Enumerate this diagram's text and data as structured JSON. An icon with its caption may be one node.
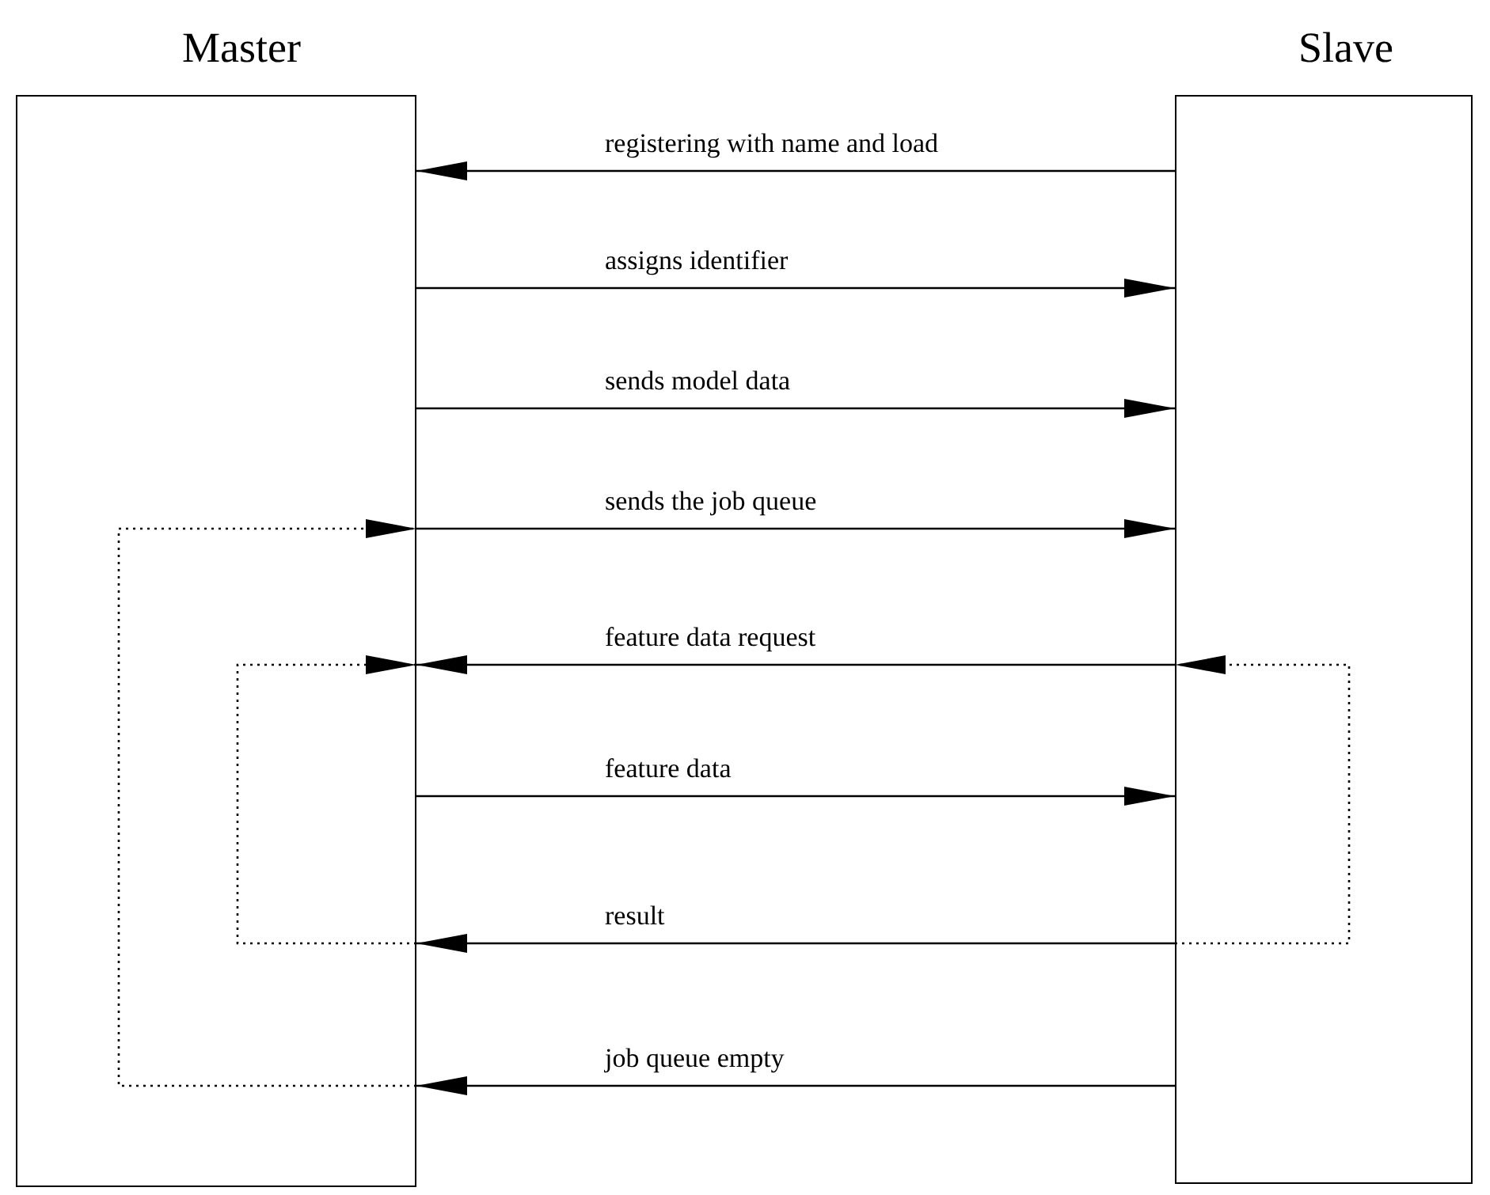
{
  "diagram": {
    "nodes": [
      {
        "text": [
          "Master"
        ]
      },
      {
        "text": [
          "Slave"
        ]
      }
    ],
    "edges": [
      {
        "from": 1,
        "to": 0,
        "arrow": "to",
        "label": "registering with name and load"
      },
      {
        "from": 0,
        "to": 1,
        "arrow": "to",
        "label": "assigns identifier"
      },
      {
        "from": 0,
        "to": 1,
        "arrow": "to",
        "label": "sends model data"
      },
      {
        "from": 0,
        "to": 1,
        "arrow": "to",
        "label": "sends the job queue"
      },
      {
        "from": 1,
        "to": 0,
        "arrow": "to",
        "label": "feature data request"
      },
      {
        "from": 0,
        "to": 1,
        "arrow": "to",
        "label": "feature data"
      },
      {
        "from": 1,
        "to": 0,
        "arrow": "to",
        "label": "result"
      },
      {
        "from": 1,
        "to": 0,
        "arrow": "to",
        "label": "job queue empty"
      },
      {
        "from": 0,
        "to": 0,
        "arrow": "to",
        "style": "dashed"
      },
      {
        "from": 0,
        "to": 0,
        "arrow": "to",
        "style": "dashed"
      },
      {
        "from": 1,
        "to": 1,
        "arrow": "to",
        "style": "dashed"
      }
    ]
  }
}
